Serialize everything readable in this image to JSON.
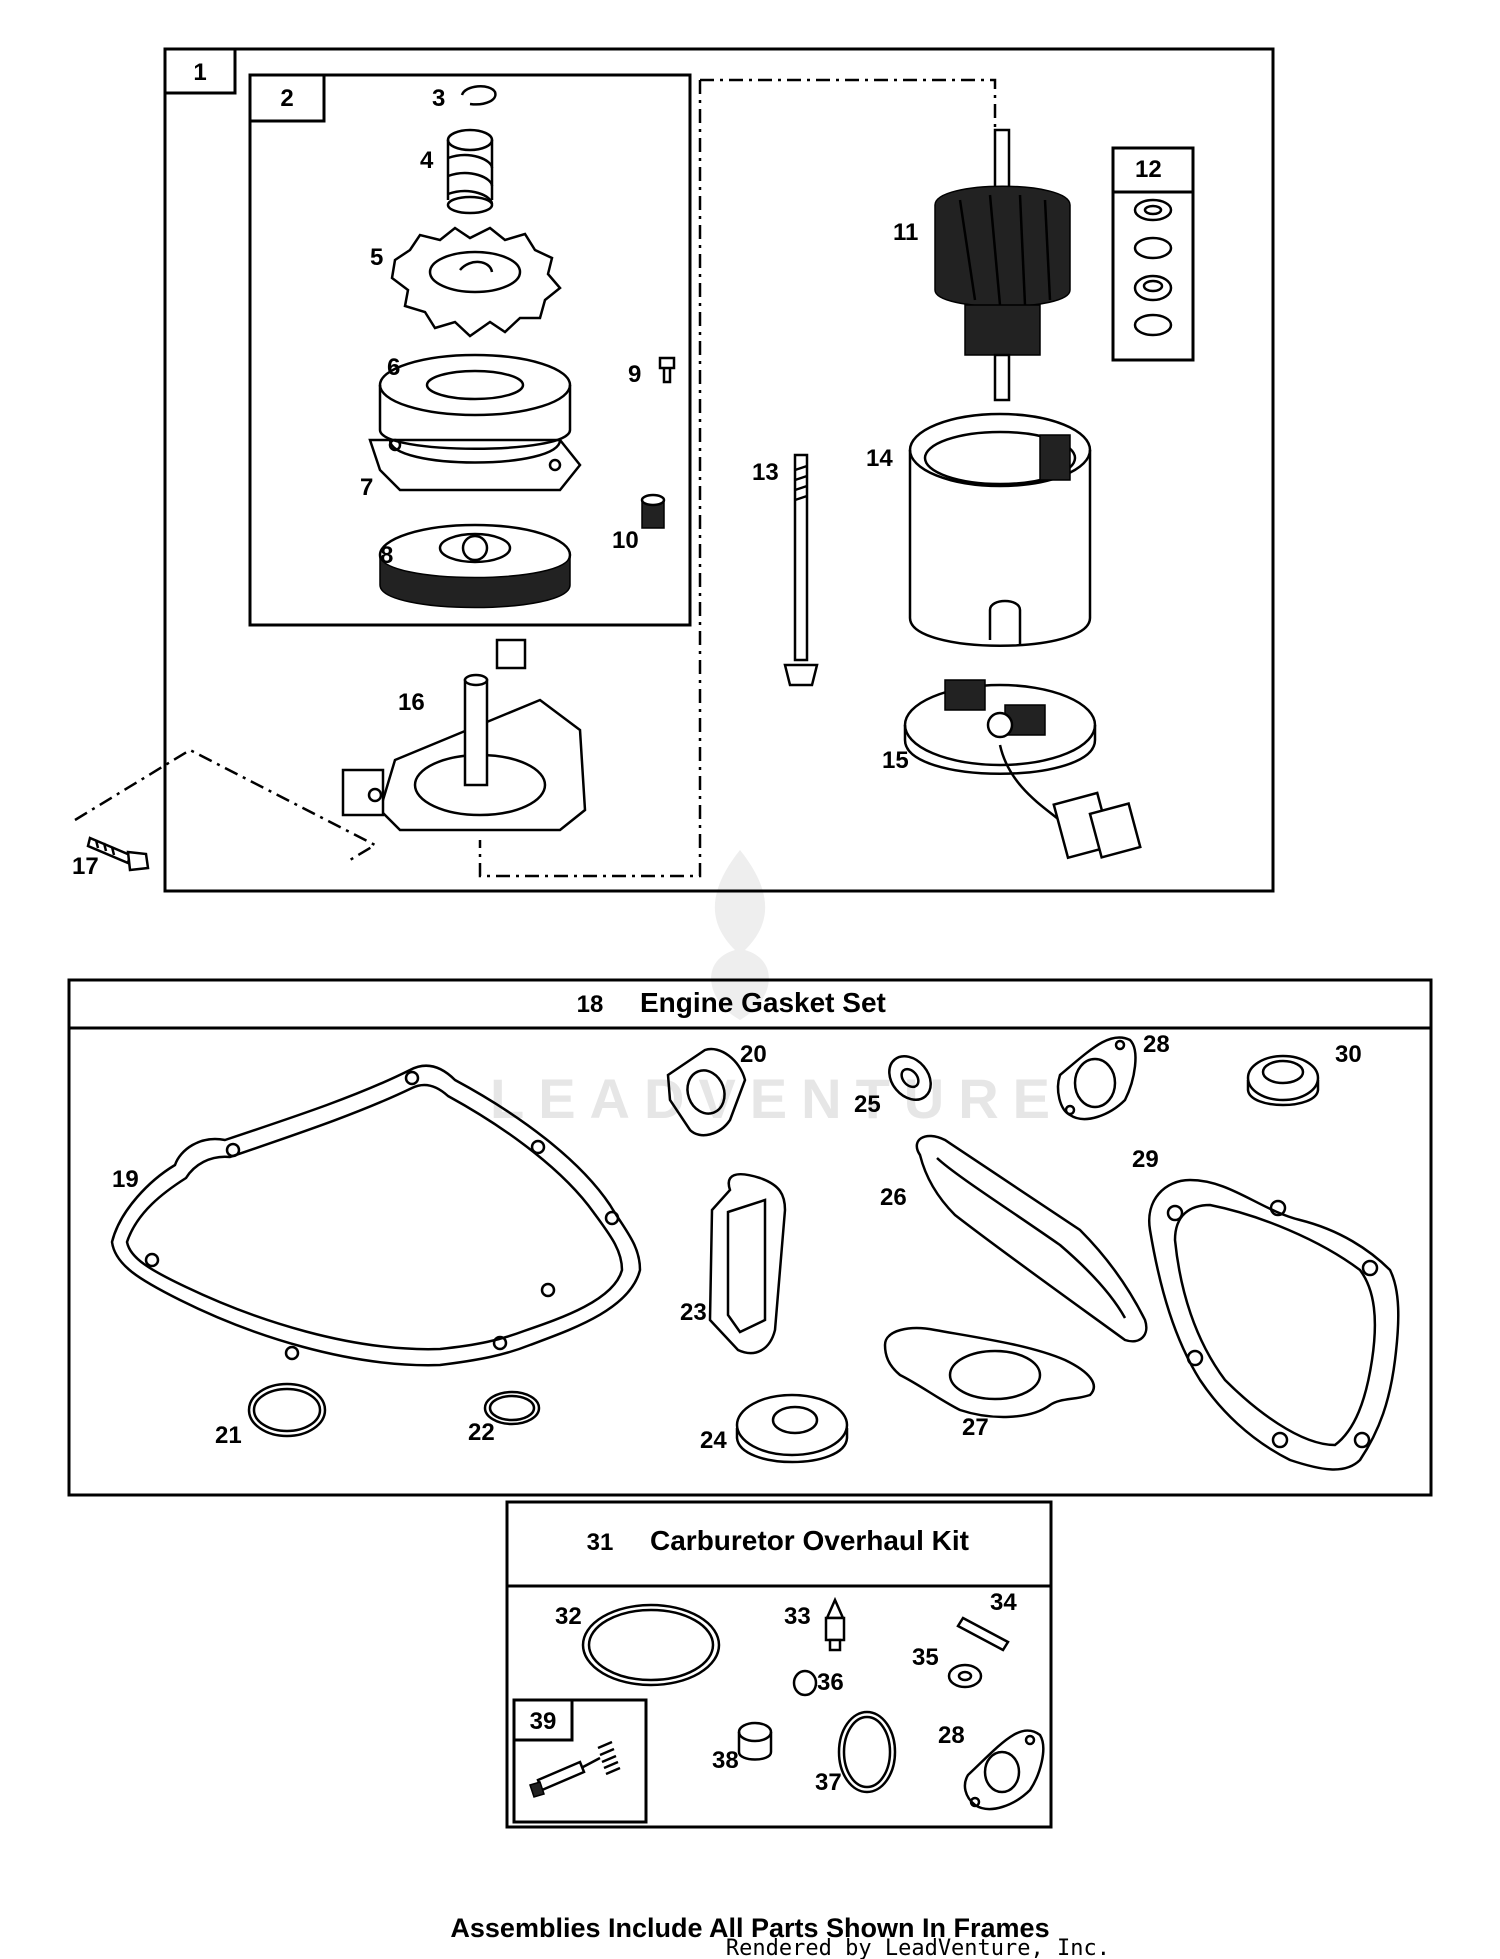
{
  "callouts": {
    "n1": "1",
    "n2": "2",
    "n3": "3",
    "n4": "4",
    "n5": "5",
    "n6": "6",
    "n7": "7",
    "n8": "8",
    "n9": "9",
    "n10": "10",
    "n11": "11",
    "n12": "12",
    "n13": "13",
    "n14": "14",
    "n15": "15",
    "n16": "16",
    "n17": "17",
    "n18": "18",
    "n19": "19",
    "n20": "20",
    "n21": "21",
    "n22": "22",
    "n23": "23",
    "n24": "24",
    "n25": "25",
    "n26": "26",
    "n27": "27",
    "n28": "28",
    "n29": "29",
    "n30": "30",
    "n31": "31",
    "n32": "32",
    "n33": "33",
    "n34": "34",
    "n35": "35",
    "n36": "36",
    "n37": "37",
    "n38": "38",
    "n39": "39"
  },
  "titles": {
    "gasket_set": "Engine Gasket Set",
    "carb_kit": "Carburetor Overhaul Kit"
  },
  "footer": {
    "note": "Assemblies Include All Parts Shown In Frames",
    "credit": "Rendered by LeadVenture, Inc."
  },
  "watermark": "LEADVENTURE",
  "colors": {
    "line": "#000000",
    "background": "#ffffff",
    "watermark": "#e6e6e6"
  }
}
